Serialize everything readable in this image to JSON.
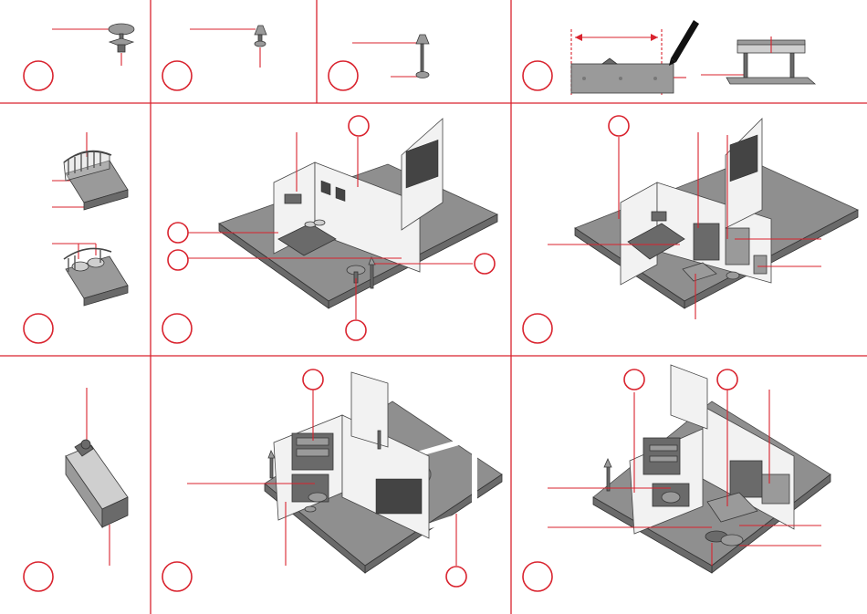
{
  "sheet": {
    "accent_color": "#d9232e",
    "background": "#ffffff",
    "step_labels": [
      "",
      "",
      "",
      "",
      "",
      "",
      "",
      "",
      "",
      "",
      "",
      "",
      "",
      ""
    ]
  },
  "panels": [
    {
      "id": "p1",
      "content": "table-part"
    },
    {
      "id": "p2",
      "content": "small-lamp-part"
    },
    {
      "id": "p3",
      "content": "floor-lamp-part"
    },
    {
      "id": "p4",
      "content": "cut-and-glue-shelf"
    },
    {
      "id": "p5",
      "content": "bed-assembly"
    },
    {
      "id": "p6",
      "content": "bedroom-assembly"
    },
    {
      "id": "p7",
      "content": "bedroom-furniture"
    },
    {
      "id": "p8",
      "content": "cabinet-part"
    },
    {
      "id": "p9",
      "content": "study-room-assembly"
    },
    {
      "id": "p10",
      "content": "study-room-furniture"
    }
  ],
  "icons": [
    "pen-icon",
    "dimension-arrow-icon"
  ]
}
